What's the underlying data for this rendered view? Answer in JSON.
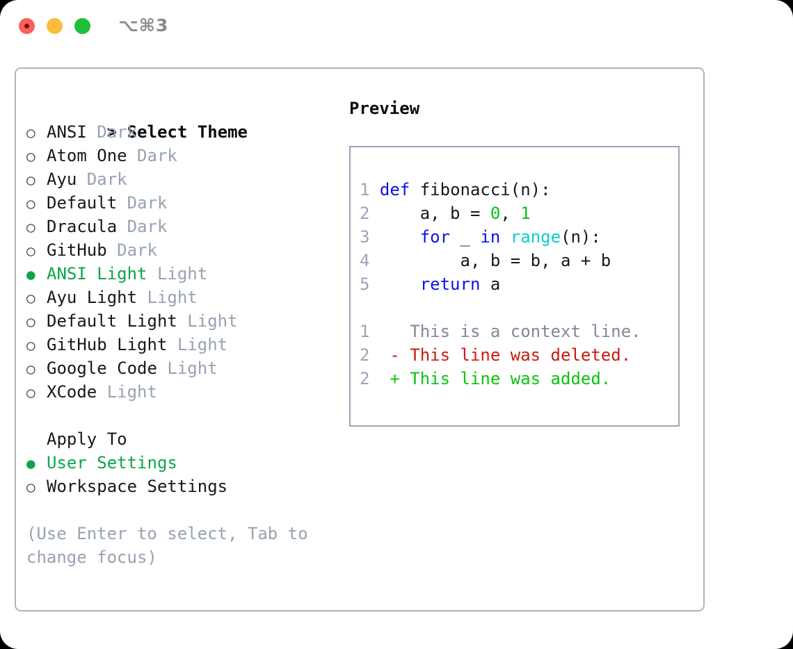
{
  "titlebar": {
    "shortcut": "⌥⌘3",
    "lights": [
      {
        "name": "close",
        "color": "#fc6058"
      },
      {
        "name": "minimize",
        "color": "#fdbc40"
      },
      {
        "name": "zoom",
        "color": "#1ec03a"
      }
    ]
  },
  "theme_list": {
    "header_marker": ">",
    "header_label": "Select Theme",
    "items": [
      {
        "marker": "○",
        "selected": false,
        "name": "ANSI",
        "kind": "Dark"
      },
      {
        "marker": "○",
        "selected": false,
        "name": "Atom One",
        "kind": "Dark"
      },
      {
        "marker": "○",
        "selected": false,
        "name": "Ayu",
        "kind": "Dark"
      },
      {
        "marker": "○",
        "selected": false,
        "name": "Default",
        "kind": "Dark"
      },
      {
        "marker": "○",
        "selected": false,
        "name": "Dracula",
        "kind": "Dark"
      },
      {
        "marker": "○",
        "selected": false,
        "name": "GitHub",
        "kind": "Dark"
      },
      {
        "marker": "●",
        "selected": true,
        "name": "ANSI Light",
        "kind": "Light"
      },
      {
        "marker": "○",
        "selected": false,
        "name": "Ayu Light",
        "kind": "Light"
      },
      {
        "marker": "○",
        "selected": false,
        "name": "Default Light",
        "kind": "Light"
      },
      {
        "marker": "○",
        "selected": false,
        "name": "GitHub Light",
        "kind": "Light"
      },
      {
        "marker": "○",
        "selected": false,
        "name": "Google Code",
        "kind": "Light"
      },
      {
        "marker": "○",
        "selected": false,
        "name": "XCode",
        "kind": "Light"
      }
    ]
  },
  "apply_to": {
    "title": "Apply To",
    "items": [
      {
        "marker": "●",
        "selected": true,
        "label": "User Settings"
      },
      {
        "marker": "○",
        "selected": false,
        "label": "Workspace Settings"
      }
    ]
  },
  "hint": "(Use Enter to select, Tab to change focus)",
  "preview": {
    "title": "Preview",
    "code_lines": [
      {
        "no": "1",
        "tokens": [
          {
            "t": "def",
            "c": "kw"
          },
          {
            "t": " fibonacci(n):",
            "c": "txt"
          }
        ]
      },
      {
        "no": "2",
        "tokens": [
          {
            "t": "    a, b = ",
            "c": "txt"
          },
          {
            "t": "0",
            "c": "num"
          },
          {
            "t": ", ",
            "c": "txt"
          },
          {
            "t": "1",
            "c": "num"
          }
        ]
      },
      {
        "no": "3",
        "tokens": [
          {
            "t": "    ",
            "c": "txt"
          },
          {
            "t": "for",
            "c": "kw"
          },
          {
            "t": " _ ",
            "c": "txt"
          },
          {
            "t": "in",
            "c": "kw"
          },
          {
            "t": " ",
            "c": "txt"
          },
          {
            "t": "range",
            "c": "fn"
          },
          {
            "t": "(n):",
            "c": "txt"
          }
        ]
      },
      {
        "no": "4",
        "tokens": [
          {
            "t": "        a, b = b, a + b",
            "c": "txt"
          }
        ]
      },
      {
        "no": "5",
        "tokens": [
          {
            "t": "    ",
            "c": "txt"
          },
          {
            "t": "return",
            "c": "kw"
          },
          {
            "t": " a",
            "c": "txt"
          }
        ]
      }
    ],
    "diff_lines": [
      {
        "no": "1",
        "sign": " ",
        "text": " This is a context line.",
        "cls": "ctx"
      },
      {
        "no": "2",
        "sign": "-",
        "text": " This line was deleted.",
        "cls": "del"
      },
      {
        "no": "2",
        "sign": "+",
        "text": " This line was added.",
        "cls": "add"
      }
    ]
  },
  "colors": {
    "selected_green": "#0ea54a",
    "muted_gray": "#97a2b2",
    "border": "#adb5c2",
    "preview_border": "#9aa5b6",
    "keyword_blue": "#0a12e8",
    "builtin_cyan": "#11ccce",
    "number_green": "#08c318",
    "diff_add": "#09c40f",
    "diff_del": "#cc1a10"
  }
}
